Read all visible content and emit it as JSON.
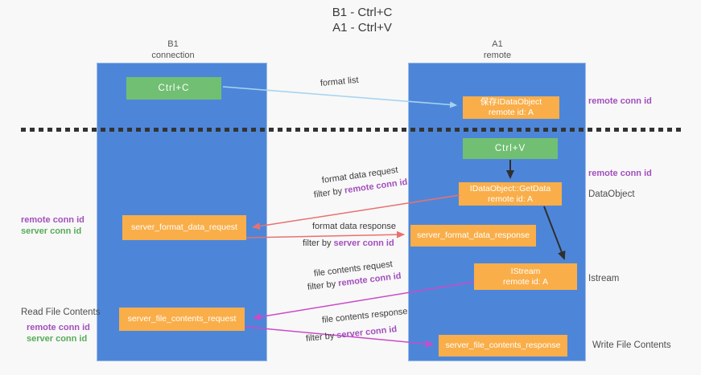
{
  "title": {
    "line1": "B1 - Ctrl+C",
    "line2": "A1 - Ctrl+V"
  },
  "lanes": {
    "left": {
      "title": "B1",
      "subtitle": "connection"
    },
    "right": {
      "title": "A1",
      "subtitle": "remote"
    }
  },
  "boxes": {
    "ctrl_c": {
      "label": "Ctrl+C"
    },
    "ctrl_v": {
      "label": "Ctrl+V"
    },
    "save_dataobject": {
      "line1": "保存IDataObject",
      "line2": "remote id: A"
    },
    "getdata": {
      "line1": "IDataObject::GetData",
      "line2": "remote id: A"
    },
    "istream": {
      "line1": "IStream",
      "line2": "remote id: A"
    },
    "server_format_data_request": {
      "label": "server_format_data_request"
    },
    "server_format_data_response": {
      "label": "server_format_data_response"
    },
    "server_file_contents_request": {
      "label": "server_file_contents_request"
    },
    "server_file_contents_response": {
      "label": "server_file_contents_response"
    }
  },
  "arrow_labels": {
    "format_list": "format list",
    "format_data_request": "format data request",
    "filter_remote_1": {
      "prefix": "filter by ",
      "keyword": "remote conn id"
    },
    "format_data_response": "format data response",
    "filter_server_1": {
      "prefix": "filter by ",
      "keyword": "server conn id"
    },
    "file_contents_request": "file contents request",
    "filter_remote_2": {
      "prefix": "filter by ",
      "keyword": "remote conn id"
    },
    "file_contents_response": "file contents response",
    "filter_server_2": {
      "prefix": "filter by ",
      "keyword": "server conn id"
    }
  },
  "side_labels": {
    "right_remote_conn_top": "remote conn id",
    "right_remote_conn_mid": "remote conn id",
    "right_dataobject": "DataObject",
    "right_istream": "Istream",
    "right_write_file": "Write File Contents",
    "left_remote_conn_top": "remote conn id",
    "left_server_conn_top": "server conn id",
    "left_read_file": "Read File Contents",
    "left_remote_conn_bottom": "remote conn id",
    "left_server_conn_bottom": "server conn id"
  },
  "colors": {
    "lane_blue": "#4d86d8",
    "box_orange": "#f9ae49",
    "box_green": "#71bf73",
    "purple_text": "#a24fbc",
    "green_text": "#58ab58",
    "red_arrow": "#e87170",
    "magenta_arrow": "#cb4ac9",
    "lightblue_arrow": "#a6d3f0",
    "black_arrow": "#2f2f2f",
    "background": "#f8f8f8"
  }
}
